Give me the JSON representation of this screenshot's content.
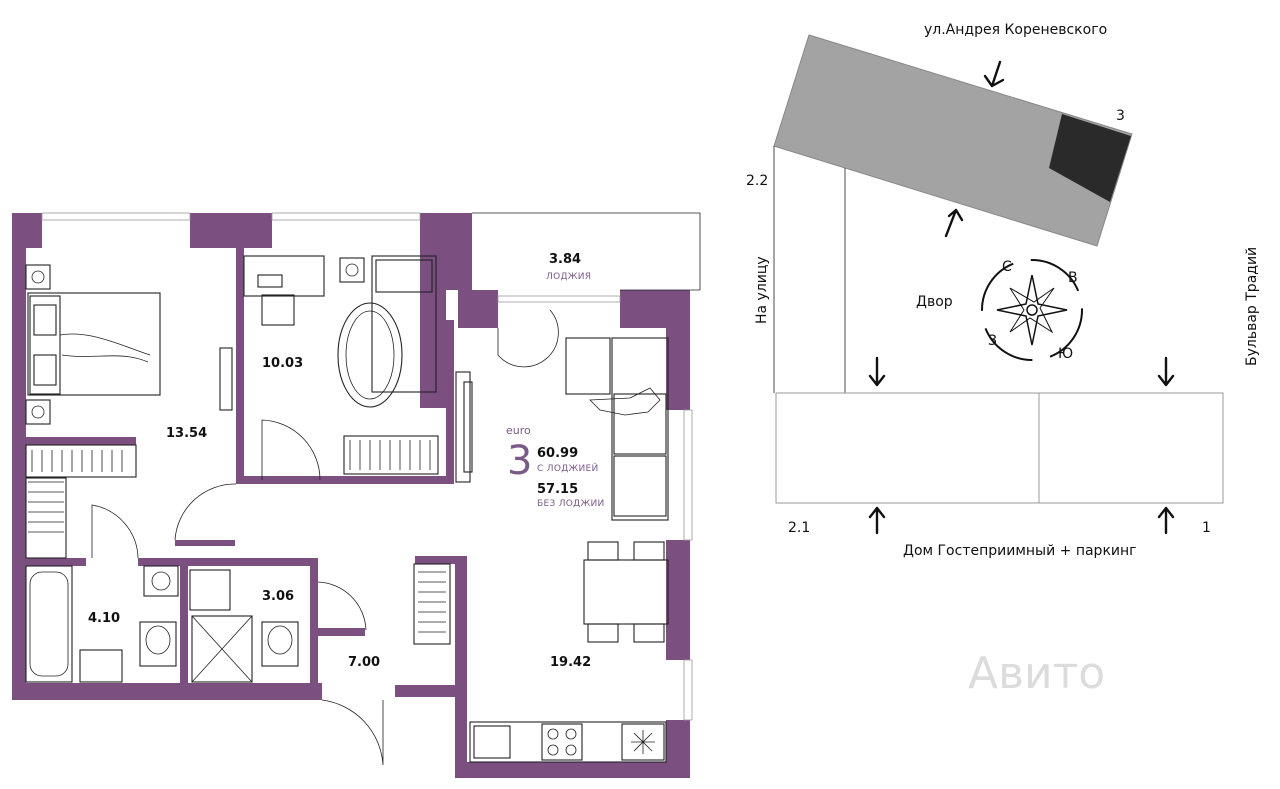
{
  "floorplan": {
    "apartment": {
      "rooms_label": "3",
      "class_label": "euro",
      "area_with_loggia": "60.99",
      "area_with_loggia_caption": "С ЛОДЖИЕЙ",
      "area_without_loggia": "57.15",
      "area_without_loggia_caption": "БЕЗ ЛОДЖИИ"
    },
    "rooms": {
      "bedroom_1": "13.54",
      "bedroom_2": "10.03",
      "loggia": "3.84",
      "loggia_caption": "ЛОДЖИЯ",
      "living_kitchen": "19.42",
      "bathroom": "4.10",
      "shower_room": "3.06",
      "hall": "7.00"
    },
    "colors": {
      "wall": "#7b4f80",
      "accent_text": "#7a5a86"
    }
  },
  "site_plan": {
    "street_top": "ул.Андрея Кореневского",
    "street_left": "На улицу",
    "street_right": "Бульвар Традий",
    "street_bottom": "Дом Гостеприимный + паркинг",
    "yard": "Двор",
    "compass": {
      "north": "С",
      "east": "В",
      "south": "Ю",
      "west": "З"
    },
    "entrances": {
      "e1": "1",
      "e21": "2.1",
      "e22": "2.2",
      "e3": "3"
    },
    "colors": {
      "building": "#a3a3a3",
      "highlight": "#2a2a2a"
    }
  },
  "watermark": "Авито"
}
